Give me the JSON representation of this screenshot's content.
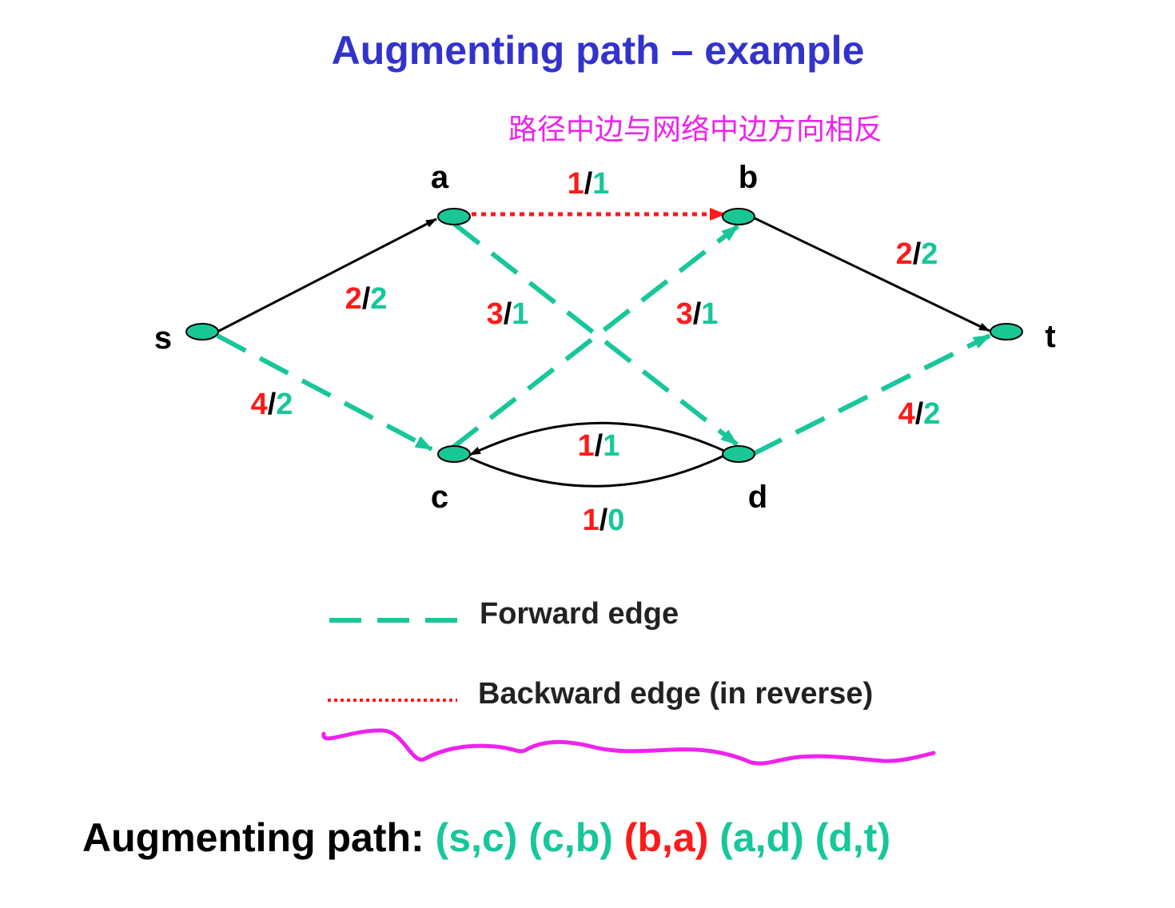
{
  "title": "Augmenting path – example",
  "annotation": "路径中边与网络中边方向相反",
  "colors": {
    "title": "#3333cc",
    "forward": "#17c79a",
    "backward": "#ff1a1a",
    "normal": "#000000",
    "node_fill": "#19c795",
    "annotation": "#ee22ee",
    "capacity": "#ff1a1a",
    "flow": "#17c79a"
  },
  "nodes": [
    {
      "id": "s",
      "label": "s"
    },
    {
      "id": "a",
      "label": "a"
    },
    {
      "id": "b",
      "label": "b"
    },
    {
      "id": "c",
      "label": "c"
    },
    {
      "id": "d",
      "label": "d"
    },
    {
      "id": "t",
      "label": "t"
    }
  ],
  "edges": [
    {
      "id": "s-a",
      "from": "s",
      "to": "a",
      "kind": "normal",
      "capacity": "2",
      "flow": "2"
    },
    {
      "id": "s-c",
      "from": "s",
      "to": "c",
      "kind": "forward",
      "capacity": "4",
      "flow": "2"
    },
    {
      "id": "a-b",
      "from": "a",
      "to": "b",
      "kind": "backward",
      "capacity": "1",
      "flow": "1"
    },
    {
      "id": "a-d",
      "from": "a",
      "to": "d",
      "kind": "forward",
      "capacity": "3",
      "flow": "1"
    },
    {
      "id": "c-b",
      "from": "c",
      "to": "b",
      "kind": "forward",
      "capacity": "3",
      "flow": "1"
    },
    {
      "id": "b-t",
      "from": "b",
      "to": "t",
      "kind": "normal",
      "capacity": "2",
      "flow": "2"
    },
    {
      "id": "d-t",
      "from": "d",
      "to": "t",
      "kind": "forward",
      "capacity": "4",
      "flow": "2"
    },
    {
      "id": "d-c",
      "from": "d",
      "to": "c",
      "kind": "normal",
      "capacity": "1",
      "flow": "1"
    },
    {
      "id": "c-d",
      "from": "c",
      "to": "d",
      "kind": "normal",
      "capacity": "1",
      "flow": "0"
    }
  ],
  "legend": [
    {
      "kind": "forward",
      "label": "Forward edge"
    },
    {
      "kind": "backward",
      "label": "Backward edge (in reverse)"
    }
  ],
  "augmenting_path": {
    "label": "Augmenting path:",
    "steps": [
      {
        "text": "(s,c)",
        "kind": "forward"
      },
      {
        "text": "(c,b)",
        "kind": "forward"
      },
      {
        "text": "(b,a)",
        "kind": "backward"
      },
      {
        "text": "(a,d)",
        "kind": "forward"
      },
      {
        "text": "(d,t)",
        "kind": "forward"
      }
    ]
  }
}
